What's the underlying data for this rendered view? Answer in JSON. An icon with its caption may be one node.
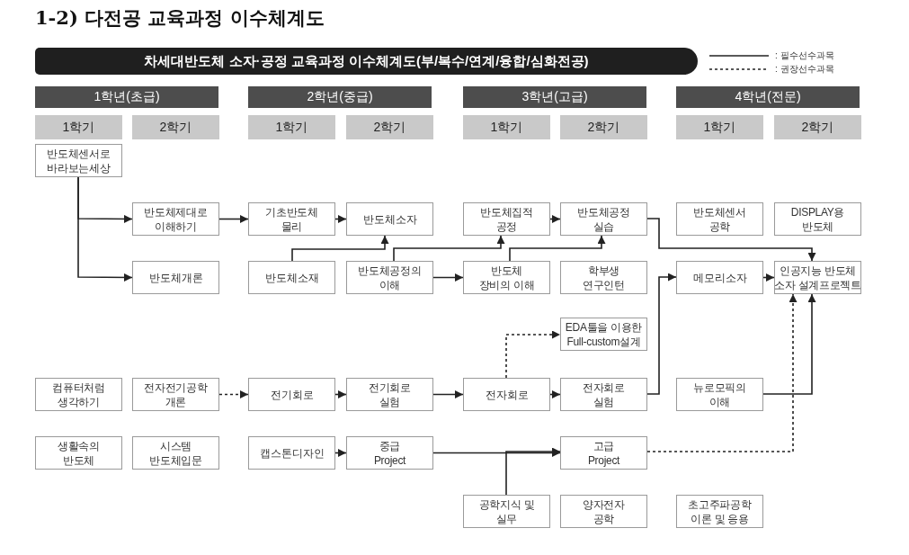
{
  "diagram": {
    "title": "1-2) 다전공 교육과정 이수체계도",
    "nodes": [
      {
        "text": [
          "차세대반도체 소자·공정 교육과정 이수체계도(부/복수/연계/융합/심화전공)"
        ]
      },
      {
        "text": [
          "1학년(초급)"
        ]
      },
      {
        "text": [
          "2학년(중급)"
        ]
      },
      {
        "text": [
          "3학년(고급)"
        ]
      },
      {
        "text": [
          "4학년(전문)"
        ]
      },
      {
        "text": [
          "1학기"
        ]
      },
      {
        "text": [
          "2학기"
        ]
      },
      {
        "text": [
          "1학기"
        ]
      },
      {
        "text": [
          "2학기"
        ]
      },
      {
        "text": [
          "1학기"
        ]
      },
      {
        "text": [
          "2학기"
        ]
      },
      {
        "text": [
          "1학기"
        ]
      },
      {
        "text": [
          "2학기"
        ]
      },
      {
        "text": [
          "반도체센서로 바라보는세상"
        ]
      },
      {
        "text": [
          "반도체제대로 이해하기"
        ]
      },
      {
        "text": [
          "기초반도체 물리"
        ]
      },
      {
        "text": [
          "반도체소자"
        ]
      },
      {
        "text": [
          "반도체집적 공정"
        ]
      },
      {
        "text": [
          "반도체공정 실습"
        ]
      },
      {
        "text": [
          "반도체센서 공학"
        ]
      },
      {
        "text": [
          "DISPLAY용 반도체"
        ]
      },
      {
        "text": [
          "반도체개론"
        ]
      },
      {
        "text": [
          "반도체소재"
        ]
      },
      {
        "text": [
          "반도체공정의 이해"
        ]
      },
      {
        "text": [
          "반도체 장비의 이해"
        ]
      },
      {
        "text": [
          "학부생 연구인턴"
        ]
      },
      {
        "text": [
          "메모리소자"
        ]
      },
      {
        "text": [
          "인공지능 반도체 소자 설계프로젝트"
        ]
      },
      {
        "text": [
          "EDA툴을 이용한 Full-custom설계"
        ]
      },
      {
        "text": [
          "컴퓨터처럼 생각하기"
        ]
      },
      {
        "text": [
          "전자전기공학 개론"
        ]
      },
      {
        "text": [
          "전기회로"
        ]
      },
      {
        "text": [
          "전기회로 실험"
        ]
      },
      {
        "text": [
          "전자회로"
        ]
      },
      {
        "text": [
          "전자회로 실험"
        ]
      },
      {
        "text": [
          "뉴로모픽의 이해"
        ]
      },
      {
        "text": [
          "생활속의 반도체"
        ]
      },
      {
        "text": [
          "시스템 반도체입문"
        ]
      },
      {
        "text": [
          "캡스톤디자인"
        ]
      },
      {
        "text": [
          "중급 Project"
        ]
      },
      {
        "text": [
          "고급 Project"
        ]
      },
      {
        "text": [
          "공학지식 및 실무"
        ]
      },
      {
        "text": [
          "양자전자 공학"
        ]
      },
      {
        "text": [
          "초고주파공학 이론 및 응용"
        ]
      }
    ],
    "edges": [
      {
        "from": 13,
        "to": 14,
        "arrow": "to"
      },
      {
        "from": 13,
        "to": 21,
        "arrow": "to"
      },
      {
        "from": 14,
        "to": 15,
        "arrow": "to"
      },
      {
        "from": 15,
        "to": 16,
        "arrow": "to"
      },
      {
        "from": 22,
        "to": 16,
        "arrow": "to"
      },
      {
        "from": 23,
        "to": 24,
        "arrow": "to"
      },
      {
        "from": 23,
        "to": 17,
        "arrow": "to"
      },
      {
        "from": 17,
        "to": 18,
        "arrow": "to"
      },
      {
        "from": 24,
        "to": 18,
        "arrow": "to"
      },
      {
        "from": 18,
        "to": 27,
        "arrow": "to"
      },
      {
        "from": 26,
        "to": 27,
        "arrow": "to"
      },
      {
        "from": 34,
        "to": 26,
        "arrow": "to"
      },
      {
        "from": 35,
        "to": 27,
        "arrow": "to"
      },
      {
        "from": 40,
        "to": 27,
        "arrow": "to",
        "style": "dashed"
      },
      {
        "from": 30,
        "to": 31,
        "arrow": "to",
        "style": "dashed"
      },
      {
        "from": 31,
        "to": 32,
        "arrow": "to"
      },
      {
        "from": 32,
        "to": 33,
        "arrow": "to"
      },
      {
        "from": 33,
        "to": 28,
        "arrow": "to",
        "style": "dashed"
      },
      {
        "from": 33,
        "to": 34,
        "arrow": "to"
      },
      {
        "from": 38,
        "to": 39,
        "arrow": "to"
      },
      {
        "from": 39,
        "to": 40,
        "arrow": "to"
      },
      {
        "from": 41,
        "to": 40,
        "arrow": "to"
      }
    ],
    "legend": [
      {
        "text": ": 필수선수과목"
      },
      {
        "text": ": 권장선수과목"
      }
    ]
  }
}
